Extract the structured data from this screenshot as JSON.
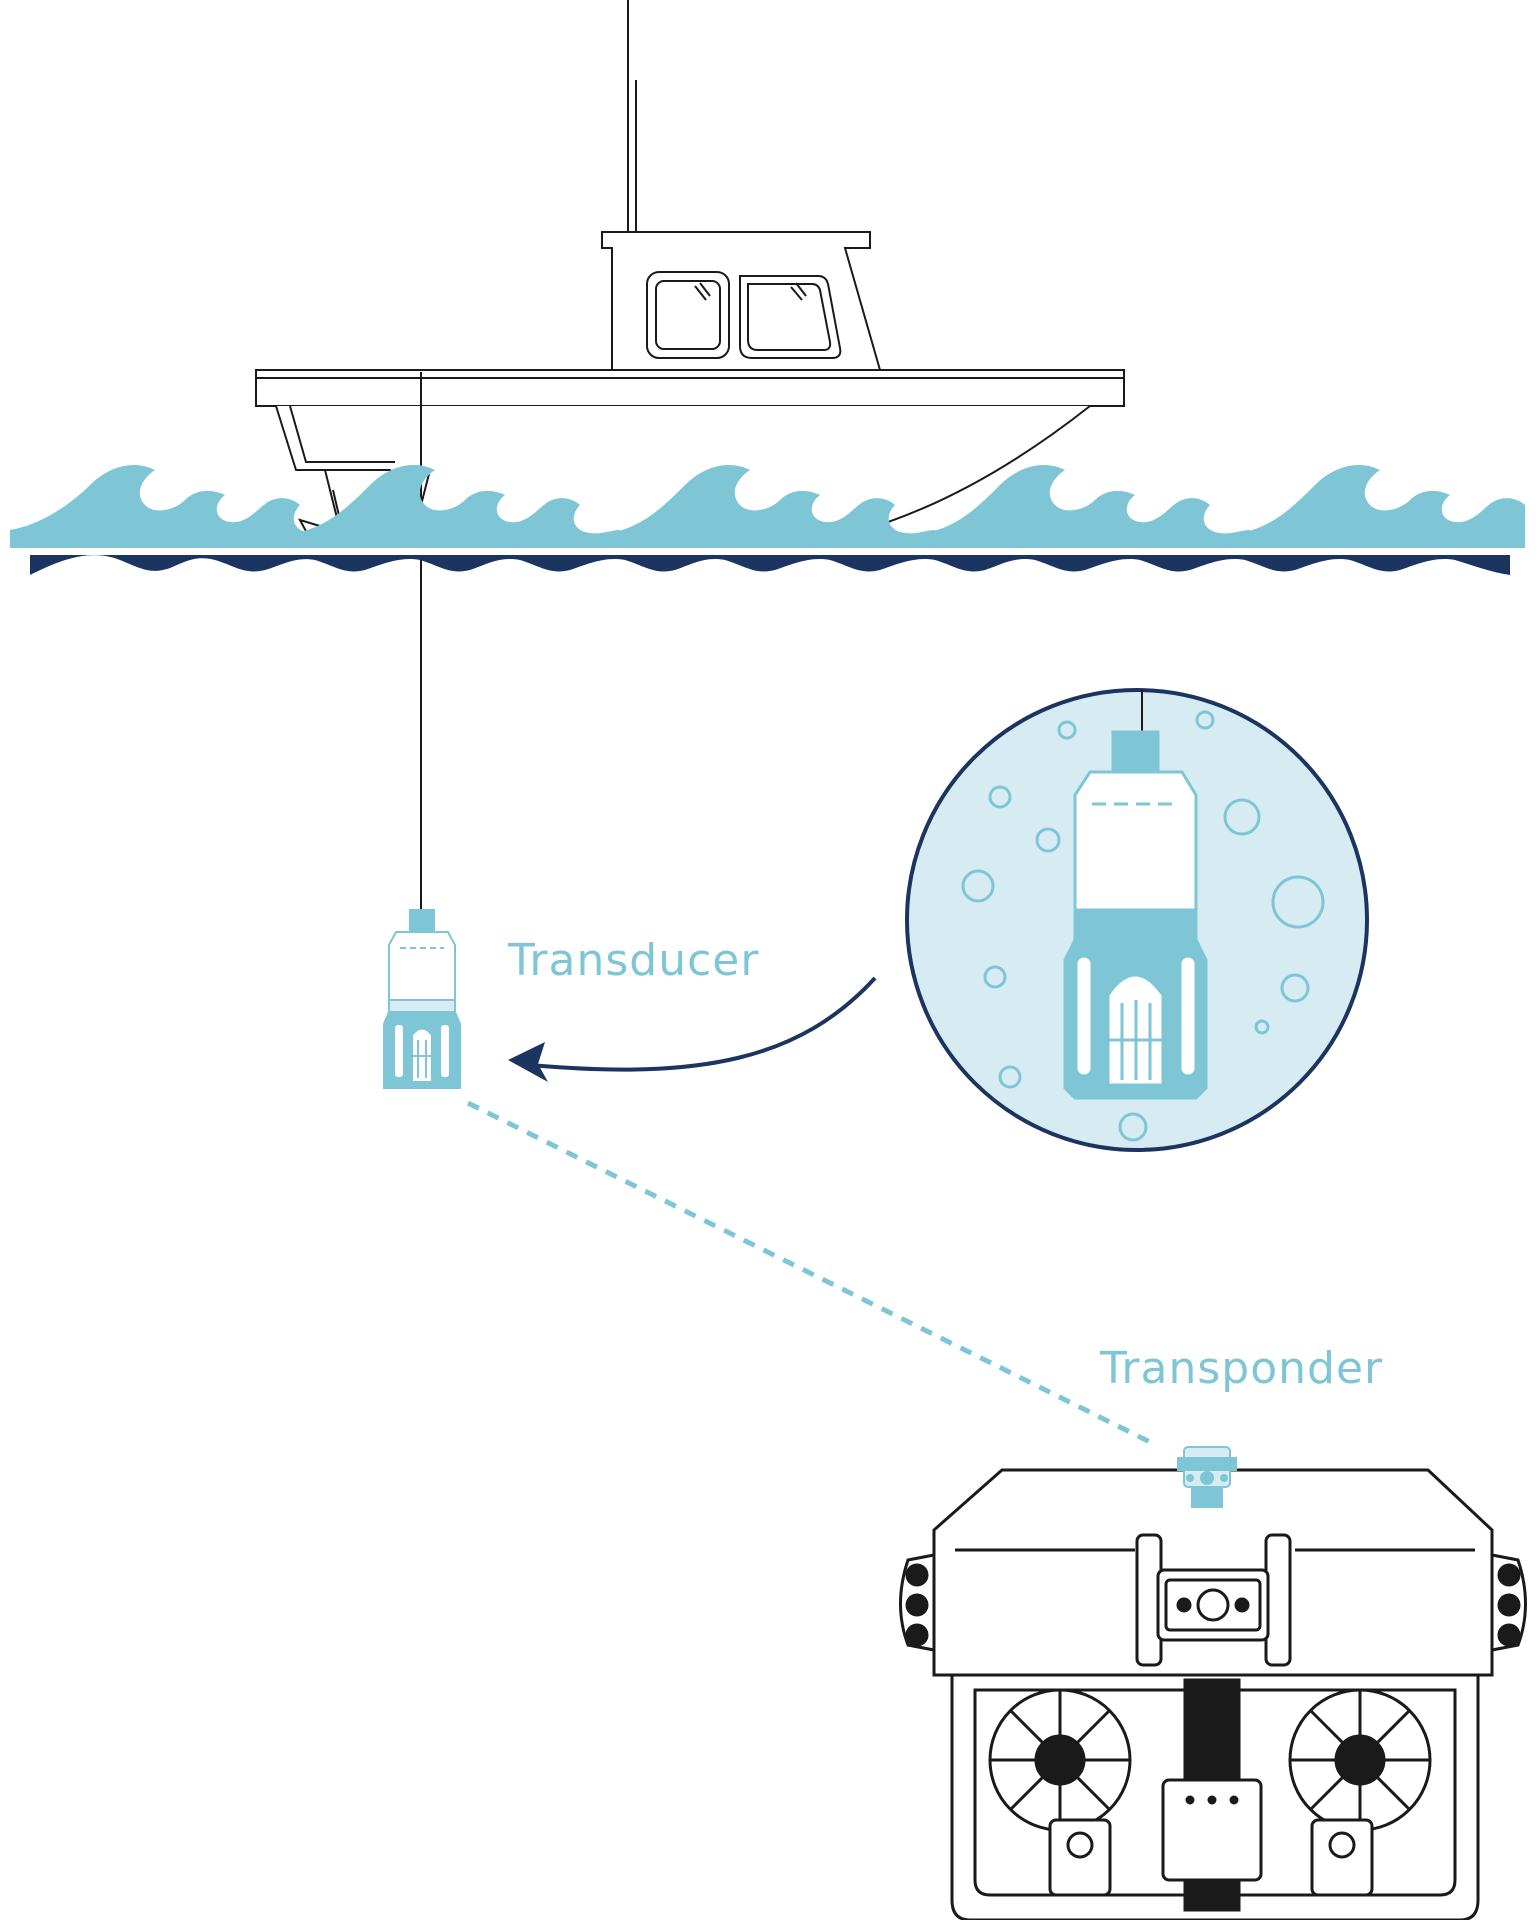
{
  "labels": {
    "transducer": "Transducer",
    "transponder": "Transponder"
  },
  "colors": {
    "outline": "#1a1a1a",
    "accent_light": "#7ec6d6",
    "accent_fill": "#d6ecf2",
    "navy": "#1c3560",
    "label_text": "#7ec6d6"
  },
  "icons": [
    "boat-icon",
    "wave-icon",
    "transducer-icon",
    "magnifier-circle",
    "rov-icon",
    "transponder-icon",
    "arrow-icon"
  ]
}
